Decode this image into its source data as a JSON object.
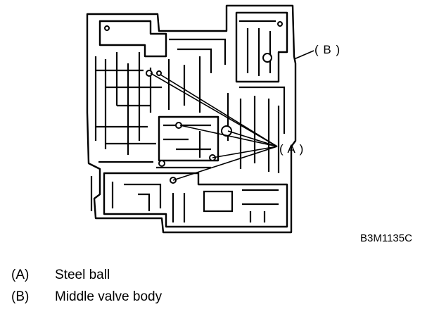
{
  "callouts": {
    "a": "( A )",
    "b": "( B )"
  },
  "figure_code": "B3M1135C",
  "legend": [
    {
      "key": "(A)",
      "text": "Steel ball"
    },
    {
      "key": "(B)",
      "text": "Middle valve body"
    }
  ]
}
